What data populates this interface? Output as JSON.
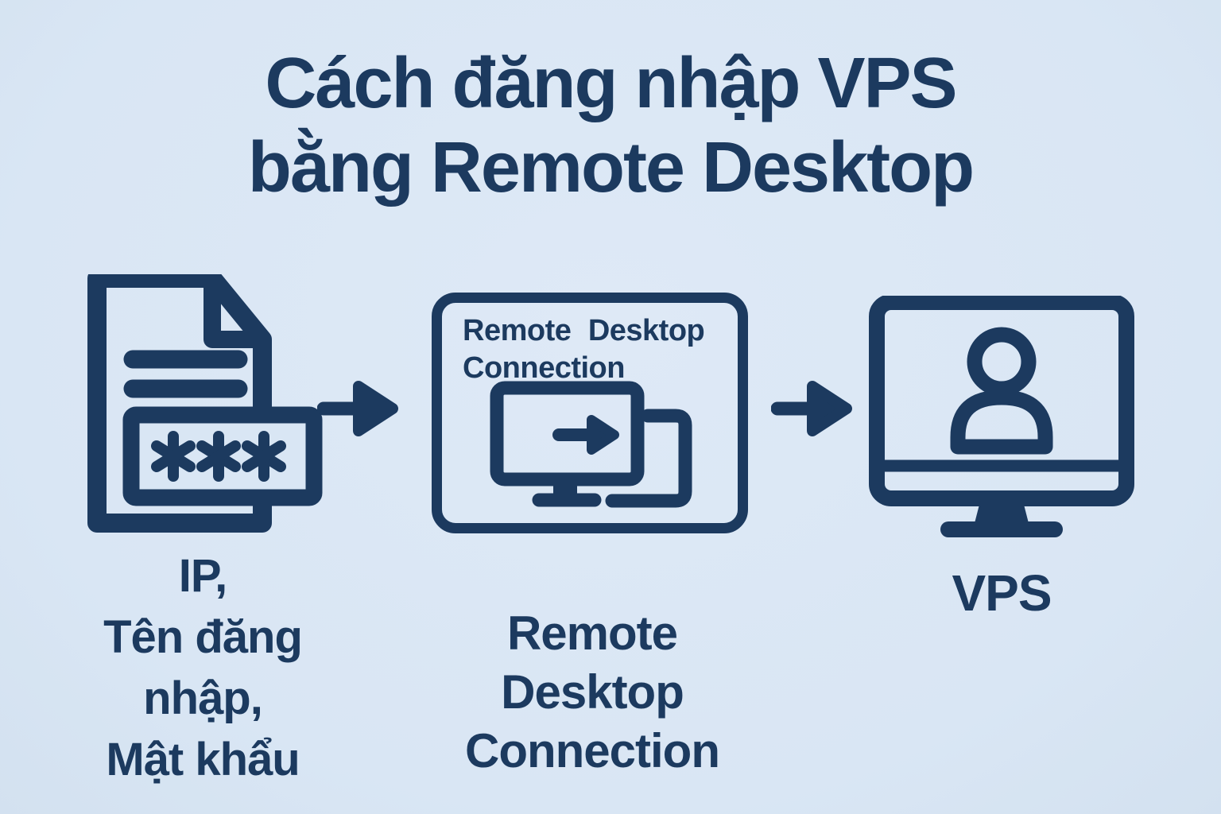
{
  "colors": {
    "background": "#d9e6f4",
    "ink": "#1c3a5f"
  },
  "title": {
    "line1": "Cách đăng nhập VPS",
    "line2": "bằng Remote Desktop"
  },
  "steps": [
    {
      "name": "credentials",
      "icon": "document-password-icon",
      "password_mask": "***",
      "label_lines": [
        "IP,",
        "Tên đăng",
        "nhập,",
        "Mật khẩu"
      ]
    },
    {
      "name": "remote-desktop-connection",
      "icon": "remote-desktop-window-icon",
      "window_title_line1": "Remote Desktop",
      "window_title_line2": "Connection",
      "label_lines": [
        "Remote",
        "Desktop",
        "Connection"
      ]
    },
    {
      "name": "vps",
      "icon": "monitor-user-icon",
      "label_lines": [
        "VPS"
      ]
    }
  ],
  "connector_icon": "arrow-right-icon"
}
